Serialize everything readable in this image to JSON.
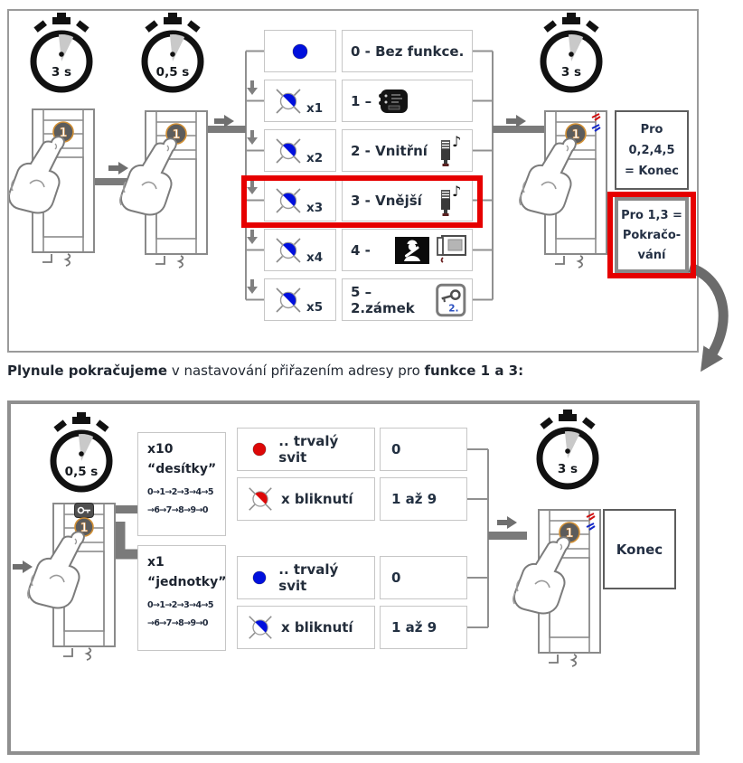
{
  "colors": {
    "highlight_red": "#e60000",
    "led_blue": "#0010dd",
    "led_red": "#dd0808",
    "connector_gray": "#757575",
    "text": "#232d3b"
  },
  "icons": {
    "music_note": "♪"
  },
  "top": {
    "stopwatch1": "3 s",
    "stopwatch2": "0,5 s",
    "stopwatch3": "3 s",
    "button": "1",
    "rows": [
      {
        "count": "",
        "label": "0 - Bez funkce."
      },
      {
        "count": "x1",
        "label": "1 –"
      },
      {
        "count": "x2",
        "label": "2 - Vnitřní"
      },
      {
        "count": "x3",
        "label": "3 - Vnější"
      },
      {
        "count": "x4",
        "label": "4 -"
      },
      {
        "count": "x5",
        "label": "5 – 2.zámek"
      }
    ],
    "key_badge": "2.",
    "end_box": {
      "l1": "Pro",
      "l2": "0,2,4,5",
      "l3": "= Konec"
    },
    "continue_box": {
      "l1": "Pro 1,3 =",
      "l2": "Pokračo-",
      "l3": "vání"
    }
  },
  "caption": {
    "b1": "Plynule pokračujeme",
    "mid": " v nastavování přiřazením adresy pro ",
    "b2": "funkce 1 a 3:"
  },
  "bottom": {
    "stopwatch1": "0,5 s",
    "stopwatch2": "3 s",
    "button": "1",
    "tens": {
      "title": "x10",
      "subtitle": "“desítky”",
      "seq1": "0→1→2→3→4→5",
      "seq2": "→6→7→8→9→0"
    },
    "units": {
      "title": "x1",
      "subtitle": "“jednotky”",
      "seq1": "0→1→2→3→4→5",
      "seq2": "→6→7→8→9→0"
    },
    "rows": [
      {
        "label": ".. trvalý svit",
        "value": "0"
      },
      {
        "label": "x bliknutí",
        "value": "1 až 9"
      },
      {
        "label": ".. trvalý svit",
        "value": "0"
      },
      {
        "label": "x bliknutí",
        "value": "1 až 9"
      }
    ],
    "end_box": "Konec"
  }
}
